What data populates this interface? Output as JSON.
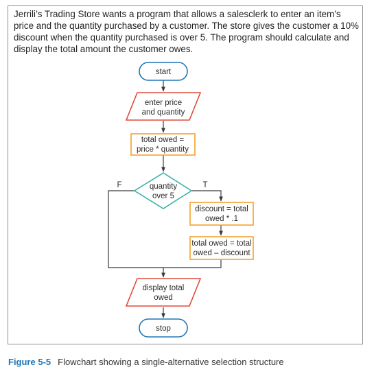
{
  "problem_text": "Jerrili’s Trading Store wants a program that allows a salesclerk to enter an item’s price and the quantity purchased by a customer. The store gives the customer a 10% discount when the quantity purchased is over 5. The program should calculate and display the total amount the customer owes.",
  "flowchart": {
    "start": "start",
    "input": [
      "enter price",
      "and quantity"
    ],
    "process_total": [
      "total owed =",
      "price * quantity"
    ],
    "decision": [
      "quantity",
      "over 5"
    ],
    "false_label": "F",
    "true_label": "T",
    "process_discount": [
      "discount = total",
      "owed * .1"
    ],
    "process_subtract": [
      "total owed = total",
      "owed – discount"
    ],
    "output": [
      "display total",
      "owed"
    ],
    "stop": "stop"
  },
  "caption": {
    "figure_number": "Figure 5-5",
    "text": "Flowchart showing a single-alternative selection structure"
  },
  "colors": {
    "terminal_stroke": "#1f76b5",
    "io_stroke": "#e04a3c",
    "process_stroke": "#f3a22a",
    "decision_stroke": "#39b3a5",
    "line": "#3a3a3a",
    "caption_accent": "#1f76b5"
  }
}
